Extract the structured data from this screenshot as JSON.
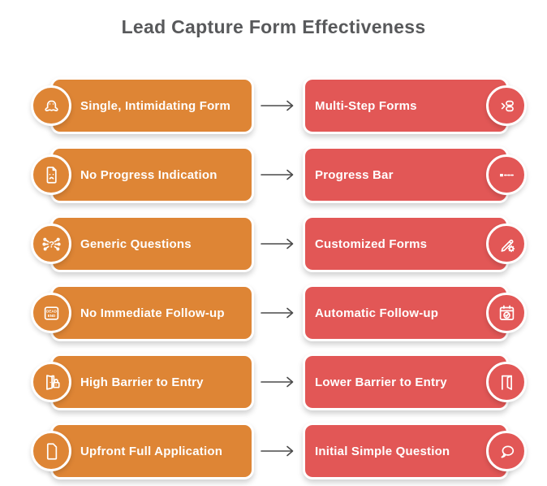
{
  "title": "Lead Capture Form Effectiveness",
  "colors": {
    "left_pill": "#DE8535",
    "right_pill": "#E25756",
    "title_text": "#58595B",
    "arrow": "#4A4A4A",
    "label_text": "#FFFFFF",
    "background": "#FFFFFF"
  },
  "rows": [
    {
      "left": {
        "label": "Single, Intimidating Form",
        "icon": "monster-icon"
      },
      "right": {
        "label": "Multi-Step Forms",
        "icon": "multi-step-icon"
      }
    },
    {
      "left": {
        "label": "No Progress Indication",
        "icon": "sad-document-icon"
      },
      "right": {
        "label": "Progress Bar",
        "icon": "progress-bar-icon"
      }
    },
    {
      "left": {
        "label": "Generic Questions",
        "icon": "question-network-icon"
      },
      "right": {
        "label": "Customized Forms",
        "icon": "pencil-gear-icon"
      }
    },
    {
      "left": {
        "label": "No Immediate Follow-up",
        "icon": "dead-end-sign-icon"
      },
      "right": {
        "label": "Automatic Follow-up",
        "icon": "calendar-check-icon"
      }
    },
    {
      "left": {
        "label": "High Barrier to Entry",
        "icon": "locked-door-icon"
      },
      "right": {
        "label": "Lower Barrier to Entry",
        "icon": "open-door-icon"
      }
    },
    {
      "left": {
        "label": "Upfront Full Application",
        "icon": "document-icon"
      },
      "right": {
        "label": "Initial Simple Question",
        "icon": "speech-bubble-icon"
      }
    }
  ]
}
